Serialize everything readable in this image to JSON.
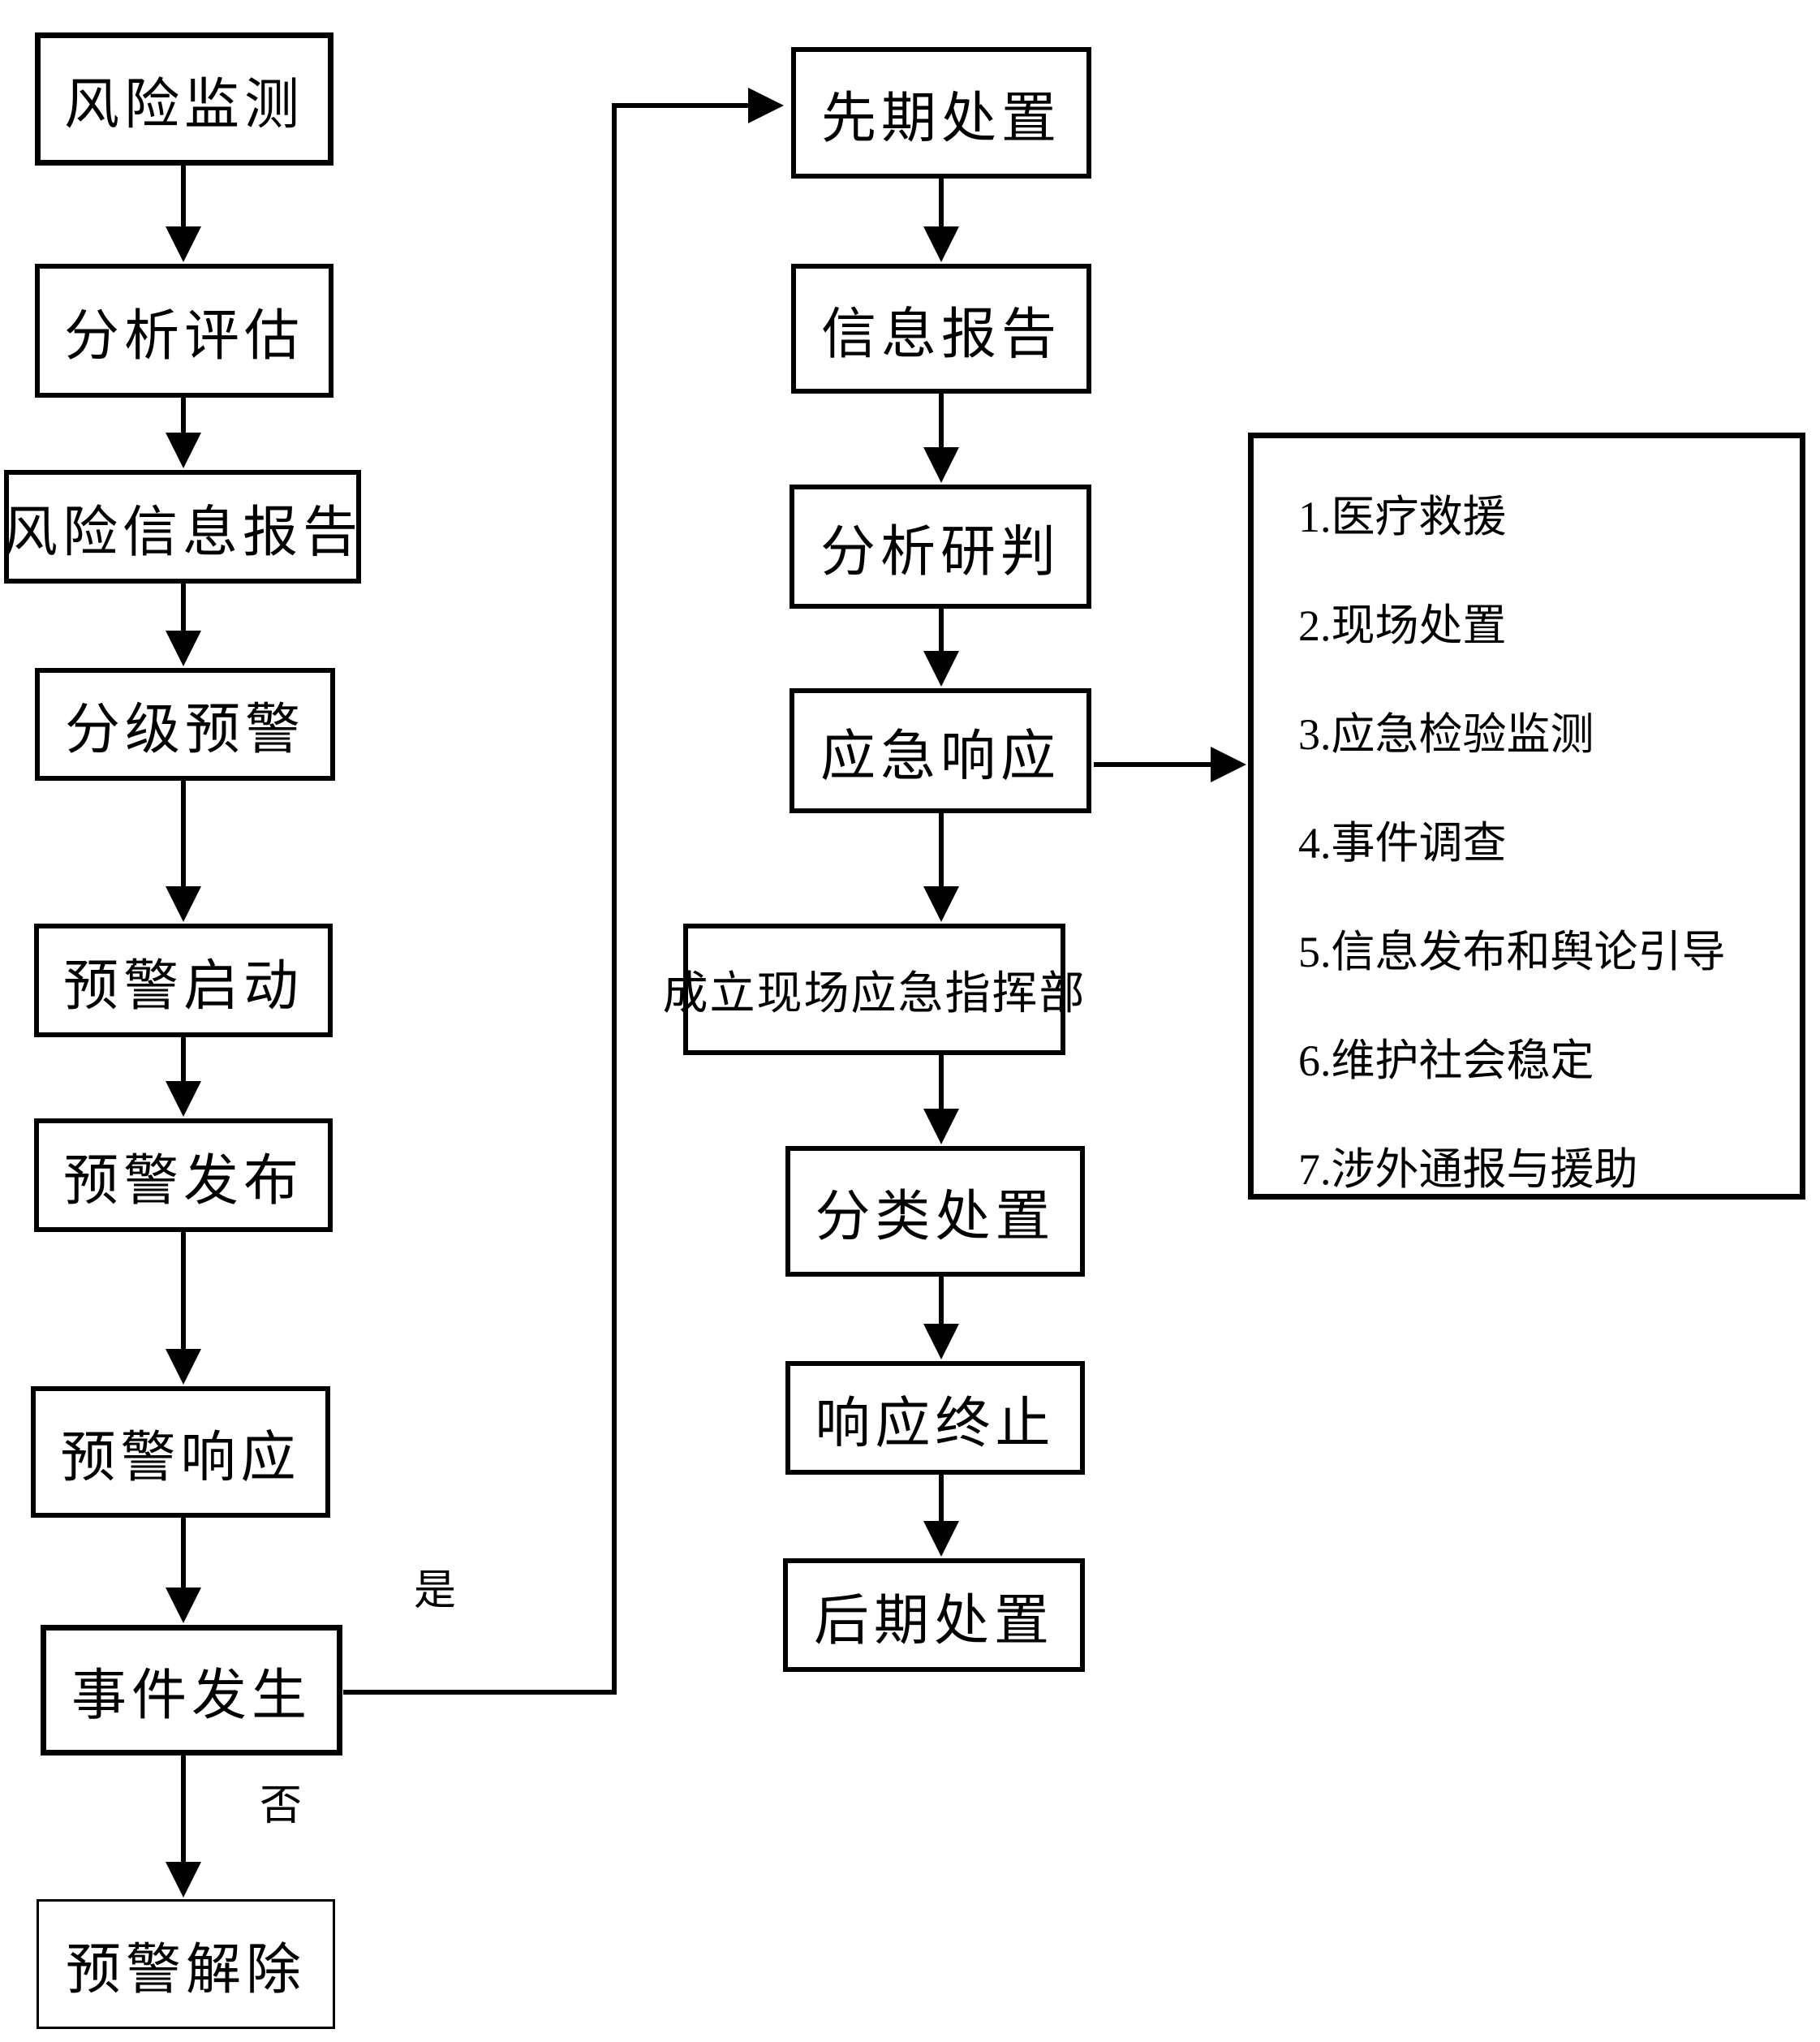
{
  "left_flow": [
    "风险监测",
    "分析评估",
    "风险信息报告",
    "分级预警",
    "预警启动",
    "预警发布",
    "预警响应",
    "事件发生",
    "预警解除"
  ],
  "middle_flow": [
    "先期处置",
    "信息报告",
    "分析研判",
    "应急响应",
    "成立现场应急指挥部",
    "分类处置",
    "响应终止",
    "后期处置"
  ],
  "side_panel": {
    "items": [
      "1.医疗救援",
      "2.现场处置",
      "3.应急检验监测",
      "4.事件调查",
      "5.信息发布和舆论引导",
      "6.维护社会稳定",
      "7.涉外通报与援助"
    ]
  },
  "labels": {
    "yes": "是",
    "no": "否"
  },
  "colors": {
    "line": "#000000",
    "background": "#ffffff"
  }
}
